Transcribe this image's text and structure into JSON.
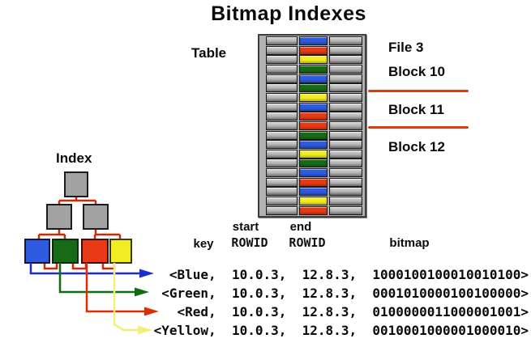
{
  "title": "Bitmap Indexes",
  "palette": {
    "blue": "#2e5be0",
    "green": "#176b16",
    "red": "#e83a15",
    "yellow": "#f2ec22",
    "node_gray": "#a2a2a2",
    "tree_line": "#cf2a05",
    "divider": "#d63d12",
    "arrow_blue": "#1b2ed1",
    "arrow_green": "#0f6c10",
    "arrow_red": "#dc2d05",
    "arrow_yellow": "#f4ef7c"
  },
  "table": {
    "label": "Table",
    "row_colors": [
      "blue",
      "red",
      "yellow",
      "green",
      "blue",
      "green",
      "yellow",
      "blue",
      "red",
      "red",
      "green",
      "blue",
      "yellow",
      "green",
      "blue",
      "red",
      "blue",
      "yellow",
      "red"
    ]
  },
  "storage": {
    "file_label": "File 3",
    "block_labels": [
      "Block 10",
      "Block 11",
      "Block 12"
    ]
  },
  "index_tree": {
    "label": "Index",
    "leaf_keys": [
      "blue",
      "green",
      "red",
      "yellow"
    ]
  },
  "listing": {
    "header": {
      "key": "key",
      "start": "start",
      "end": "end",
      "rowid": "ROWID",
      "bitmap": "bitmap"
    },
    "rows": [
      {
        "key": "Blue",
        "start_rowid": "10.0.3",
        "end_rowid": "12.8.3",
        "bitmap": "1000100100010010100"
      },
      {
        "key": "Green",
        "start_rowid": "10.0.3",
        "end_rowid": "12.8.3",
        "bitmap": "0001010000100100000"
      },
      {
        "key": "Red",
        "start_rowid": "10.0.3",
        "end_rowid": "12.8.3",
        "bitmap": "0100000011000001001"
      },
      {
        "key": "Yellow",
        "start_rowid": "10.0.3",
        "end_rowid": "12.8.3",
        "bitmap": "0010001000001000010"
      }
    ]
  }
}
